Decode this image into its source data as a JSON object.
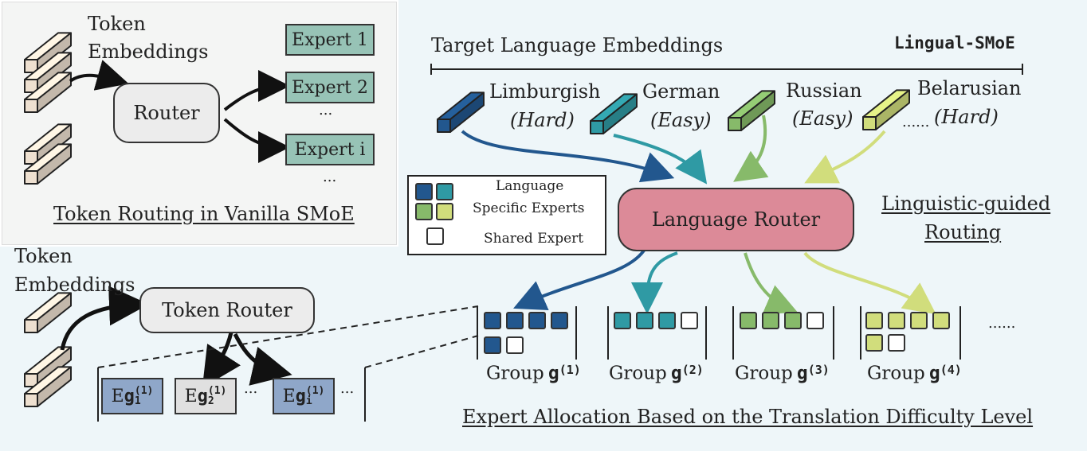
{
  "colors": {
    "left_panel_bg": "#f4f5f4",
    "right_panel_bg": "#eef6f9",
    "bottom_panel_bg": "#eef6f9",
    "router_fill": "#ececec",
    "language_router_fill": "#dc8a98",
    "expert_fill": "#97c3b6",
    "limburgish": "#22578e",
    "german": "#2f9aa4",
    "russian": "#87ba6a",
    "belarusian": "#d1dd7c",
    "token_block": "#eee0d0",
    "eg_blue": "#8fa7c9",
    "eg_gray": "#e0e0e0"
  },
  "vanilla": {
    "token_label_1": "Token",
    "token_label_2": "Embeddings",
    "router": "Router",
    "experts": [
      "Expert 1",
      "Expert 2",
      "Expert i"
    ],
    "dots_mid": "...",
    "dots_bottom": "...",
    "caption": "Token Routing in Vanilla SMoE"
  },
  "lingual": {
    "header": "Target Language Embeddings",
    "title": "Lingual-SMoE",
    "languages": [
      {
        "name": "Limburgish",
        "difficulty": "(Hard)"
      },
      {
        "name": "German",
        "difficulty": "(Easy)"
      },
      {
        "name": "Russian",
        "difficulty": "(Easy)"
      },
      {
        "name": "Belarusian",
        "difficulty": "(Hard)"
      }
    ],
    "lang_ellipsis": "......",
    "legend": {
      "specific_1": "Language",
      "specific_2": "Specific Experts",
      "shared": "Shared Expert"
    },
    "language_router": "Language Router",
    "guided_1": "Linguistic-guided",
    "guided_2": "Routing"
  },
  "groups": {
    "label": "Group",
    "symbol": "g",
    "superscripts": [
      "(1)",
      "(2)",
      "(3)",
      "(4)"
    ],
    "ellipsis": "......",
    "caption": "Expert Allocation Based on the Translation Difficulty Level"
  },
  "token_router": {
    "token_label_1": "Token",
    "token_label_2": "Embeddings",
    "router": "Token Router",
    "prefix": "E",
    "eg_items": [
      {
        "sym": "g",
        "sub": "1",
        "sup": "(1)"
      },
      {
        "sym": "g",
        "sub": "2",
        "sup": "(1)"
      },
      {
        "sym": "g",
        "sub": "i",
        "sup": "(1)"
      }
    ],
    "dots": [
      "...",
      "..."
    ]
  }
}
